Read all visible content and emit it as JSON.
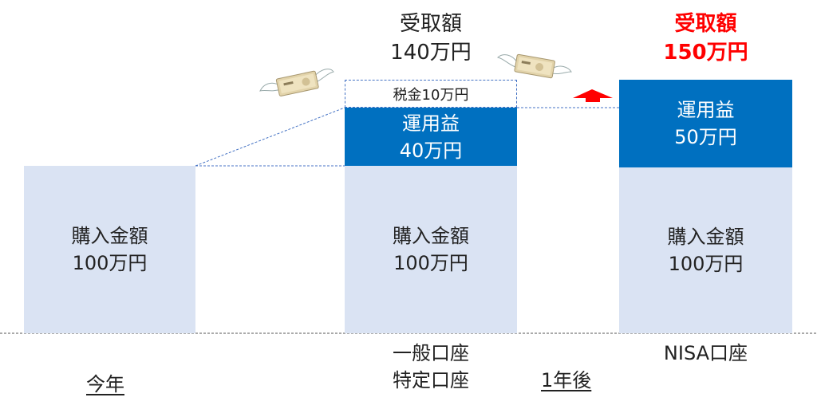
{
  "colors": {
    "purchase": "#dae3f3",
    "profit": "#0070c0",
    "highlight": "#ff0000",
    "dashed": "#4472c4"
  },
  "columns": [
    {
      "id": "this-year",
      "purchase_label": "購入金額",
      "purchase_value": "100万円",
      "axis_label": "今年"
    },
    {
      "id": "general-account",
      "receive_label": "受取額",
      "receive_value": "140万円",
      "tax_label": "税金10万円",
      "profit_label": "運用益",
      "profit_value": "40万円",
      "purchase_label": "購入金額",
      "purchase_value": "100万円",
      "account_label_1": "一般口座",
      "account_label_2": "特定口座"
    },
    {
      "id": "nisa-account",
      "receive_label": "受取額",
      "receive_value": "150万円",
      "profit_label": "運用益",
      "profit_value": "50万円",
      "purchase_label": "購入金額",
      "purchase_value": "100万円",
      "account_label_1": "NISA口座"
    }
  ],
  "time_labels": {
    "after": "1年後"
  },
  "icons": [
    "money-with-wings-icon",
    "money-with-wings-icon",
    "up-arrow-icon"
  ]
}
